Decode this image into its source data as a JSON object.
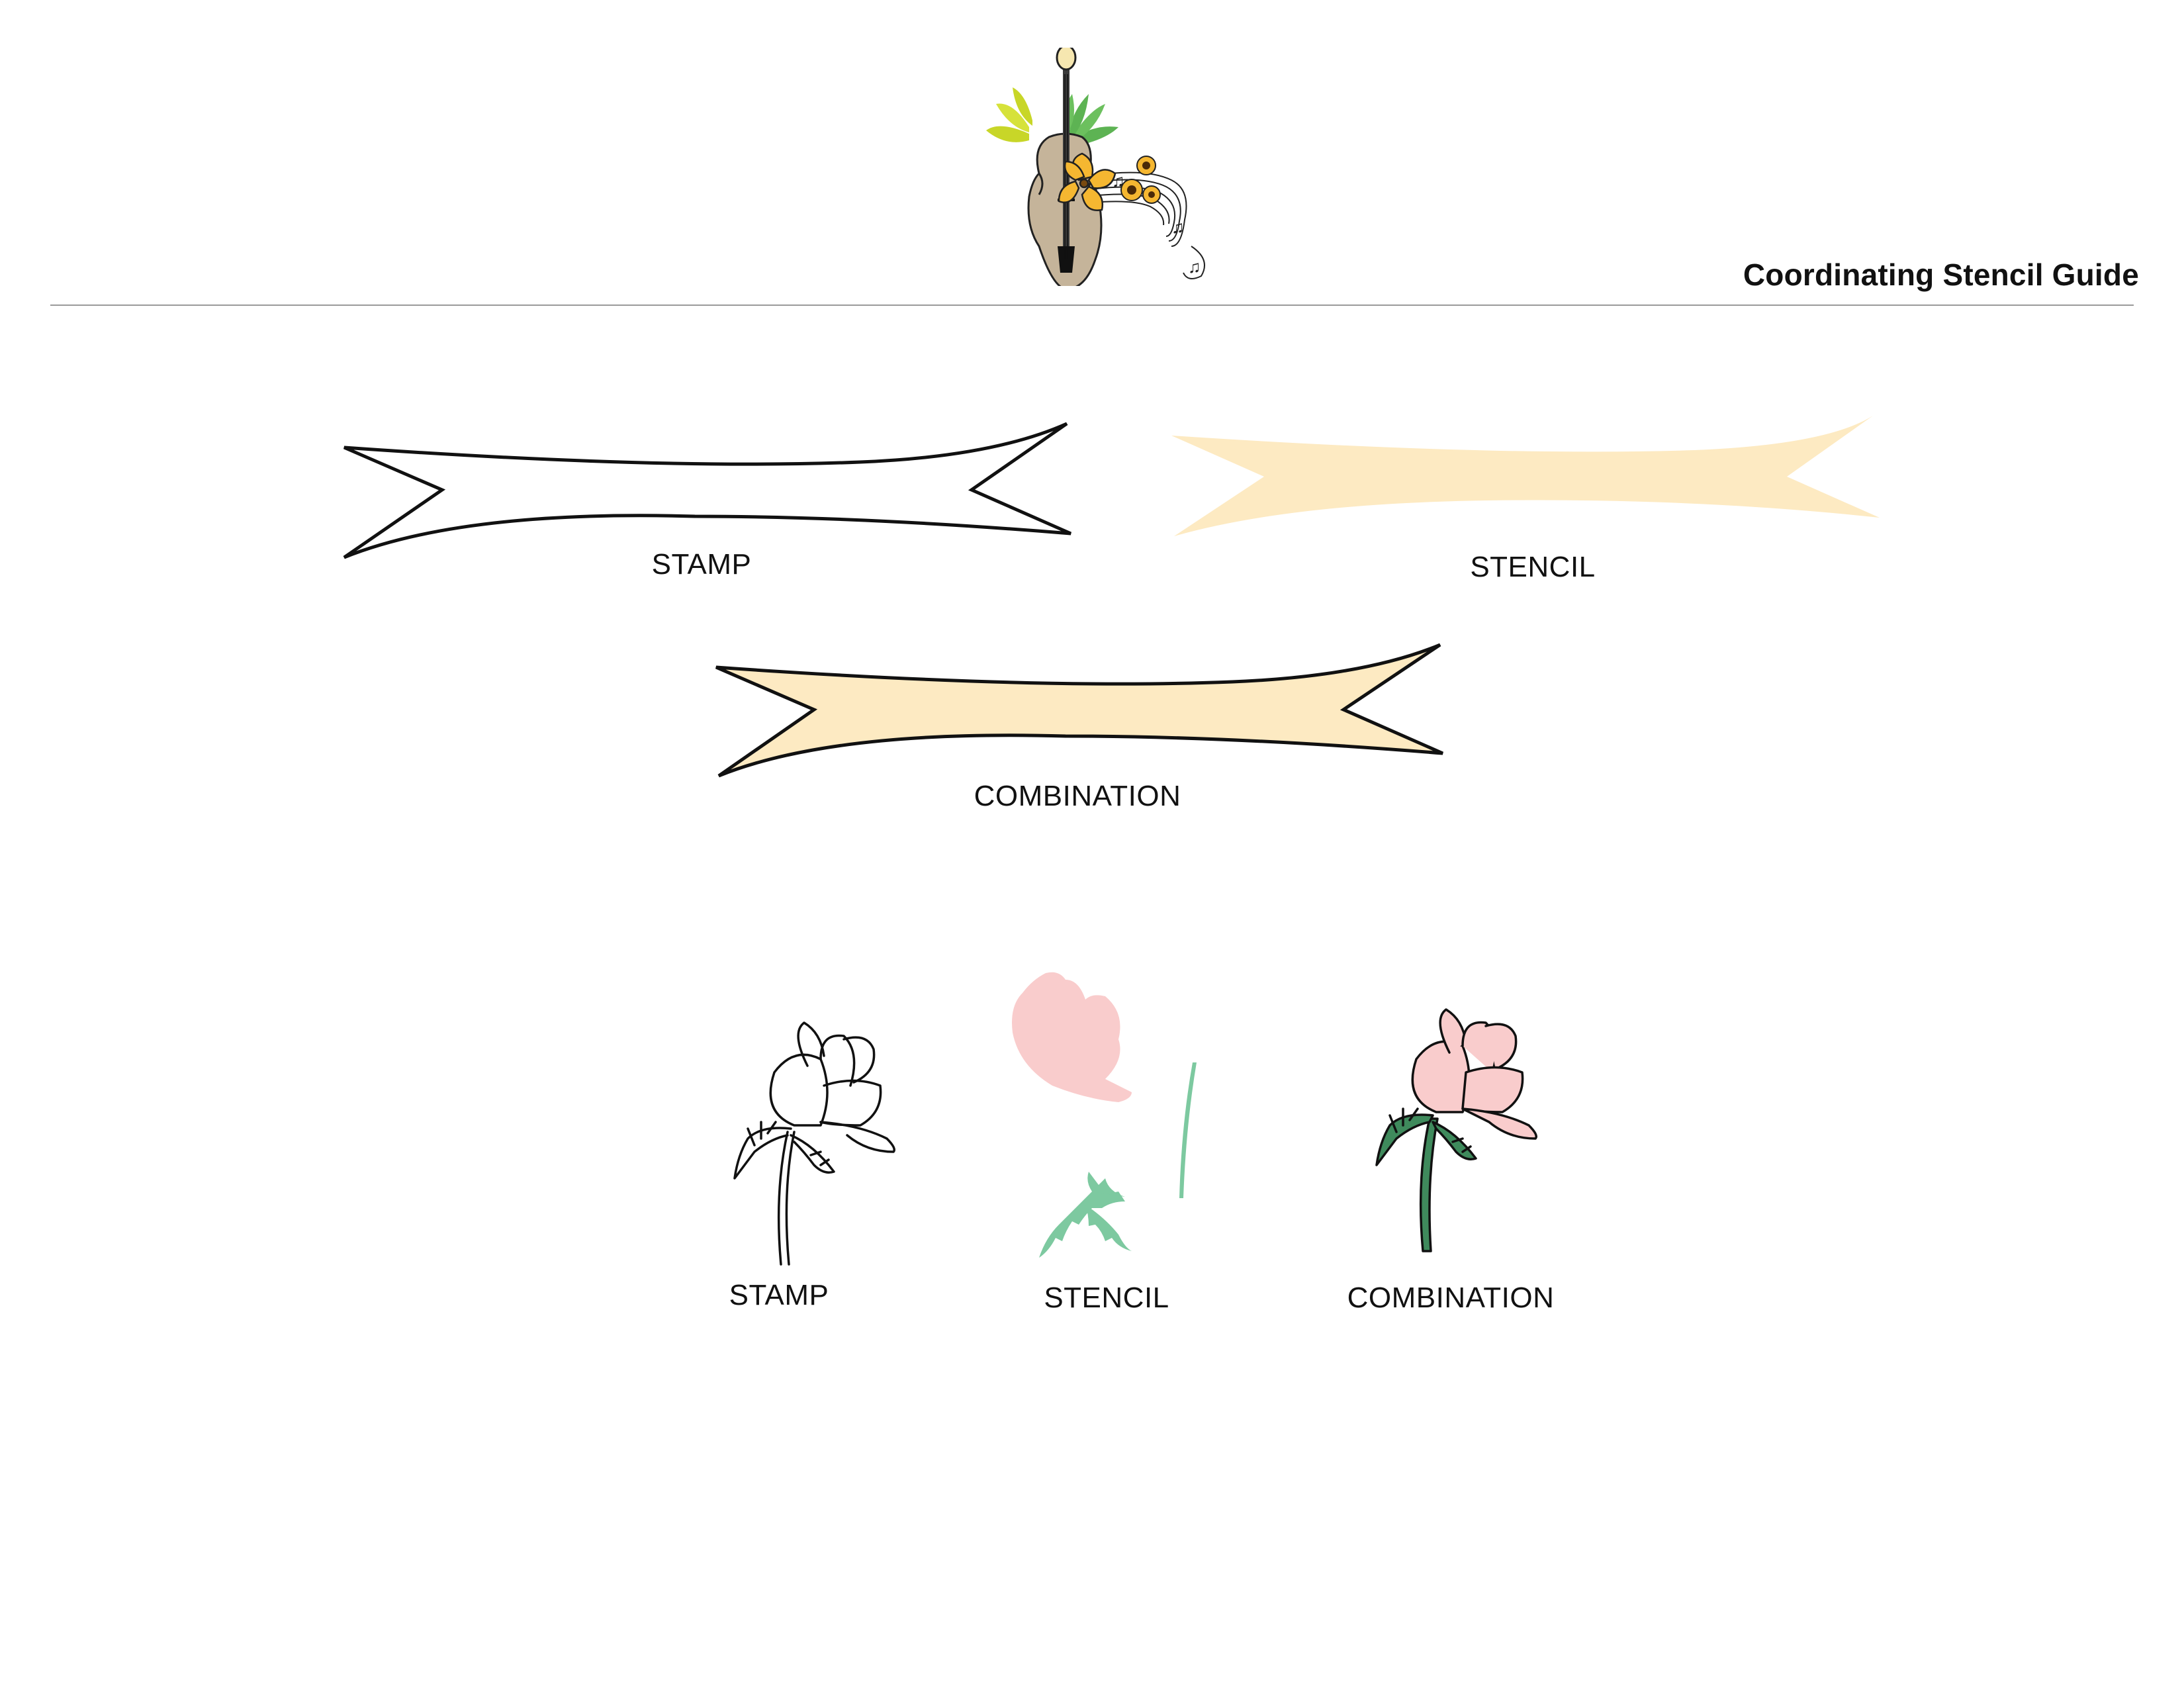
{
  "header": {
    "title": "Coordinating Stencil Guide"
  },
  "logo": {
    "icon": "violin-with-flowers-logo"
  },
  "banner_section": {
    "stamp_label": "STAMP",
    "stencil_label": "STENCIL",
    "combination_label": "COMBINATION"
  },
  "flower_section": {
    "stamp_label": "STAMP",
    "stencil_label": "STENCIL",
    "combination_label": "COMBINATION"
  },
  "colors": {
    "banner_fill": "#fdeac2",
    "petal_pink": "#f9cccc",
    "leaf_green": "#7dc9a0",
    "dark_green": "#3f8a5c",
    "divider": "#9a9a9a",
    "sunflower": "#f5b731",
    "violin_body": "#c5b49a"
  }
}
